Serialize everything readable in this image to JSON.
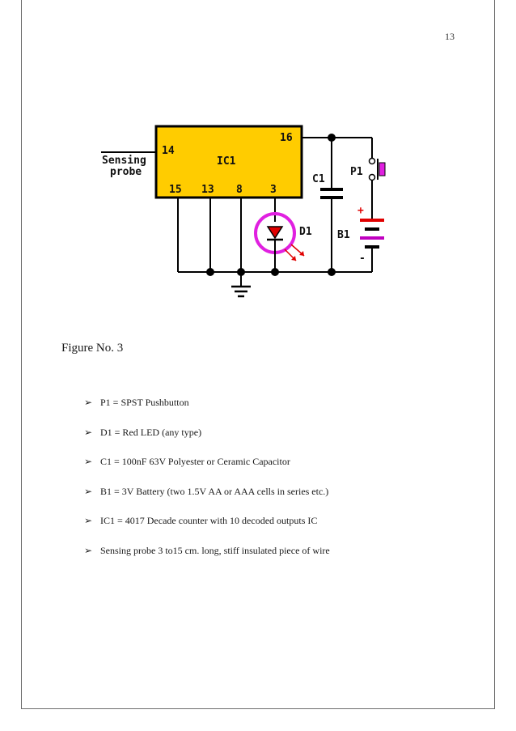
{
  "page": {
    "number": "13"
  },
  "figure": {
    "caption": "Figure No. 3",
    "labels": {
      "sensing_line1": "Sensing",
      "sensing_line2": "probe",
      "ic_name": "IC1",
      "pin14": "14",
      "pin16": "16",
      "pin15": "15",
      "pin13": "13",
      "pin8": "8",
      "pin3": "3",
      "c1": "C1",
      "p1": "P1",
      "d1": "D1",
      "b1": "B1",
      "plus": "+",
      "minus": "-"
    },
    "colors": {
      "ic_fill": "#FFCC00",
      "wire": "#000000",
      "led_ring": "#E020E0",
      "led_body": "#E00000",
      "battery_plus": "#E00000",
      "battery_minus": "#C000C0",
      "button": "#E020E0"
    }
  },
  "parts_list": [
    "P1 = SPST Pushbutton",
    "D1 = Red LED (any type)",
    "C1 = 100nF 63V Polyester or Ceramic Capacitor",
    "B1 = 3V Battery (two 1.5V AA or AAA cells in series etc.)",
    "IC1 = 4017 Decade counter with 10 decoded outputs IC",
    "Sensing probe 3 to15 cm. long, stiff insulated piece of wire"
  ]
}
